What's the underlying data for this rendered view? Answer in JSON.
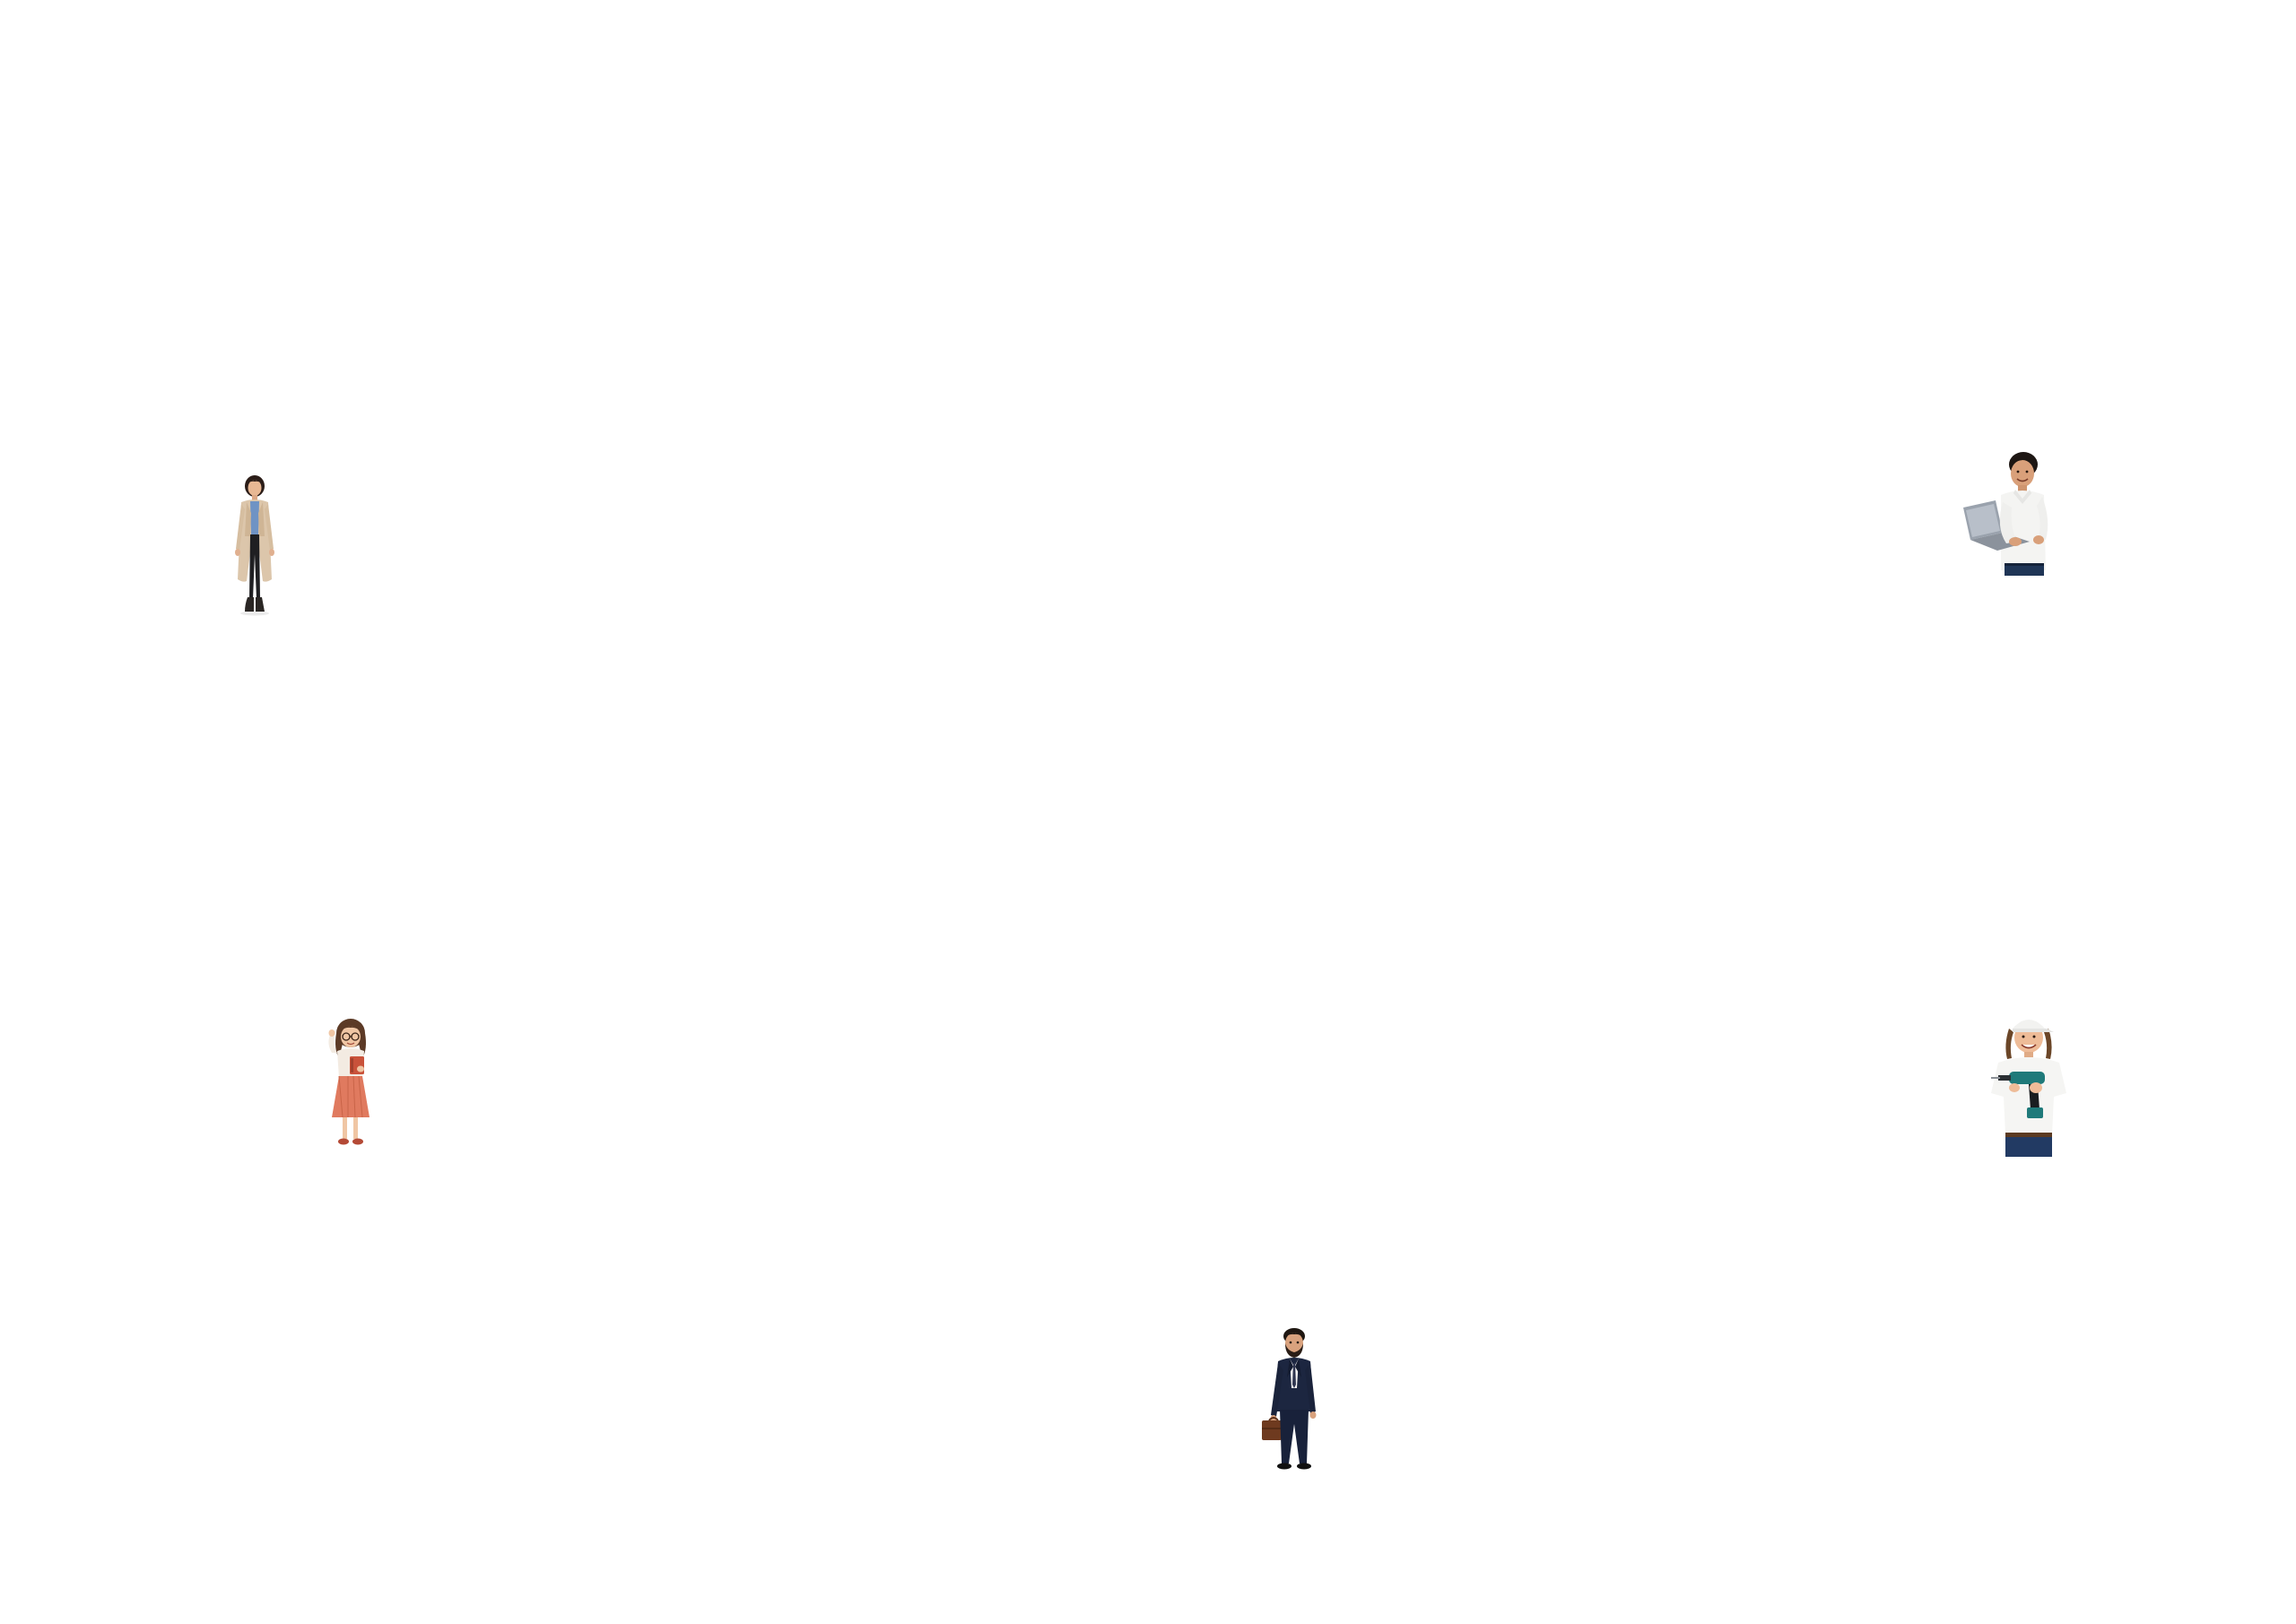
{
  "scene": {
    "background_color": "#ffffff",
    "characters": [
      {
        "id": "coat-woman",
        "icon": "woman-in-trench-coat-figure"
      },
      {
        "id": "laptop-man",
        "icon": "man-holding-laptop-figure"
      },
      {
        "id": "girl-book",
        "icon": "girl-with-glasses-holding-book-figure"
      },
      {
        "id": "worker-drill",
        "icon": "worker-with-cap-holding-drill-figure"
      },
      {
        "id": "businessman",
        "icon": "bearded-businessman-with-briefcase-figure"
      }
    ]
  }
}
